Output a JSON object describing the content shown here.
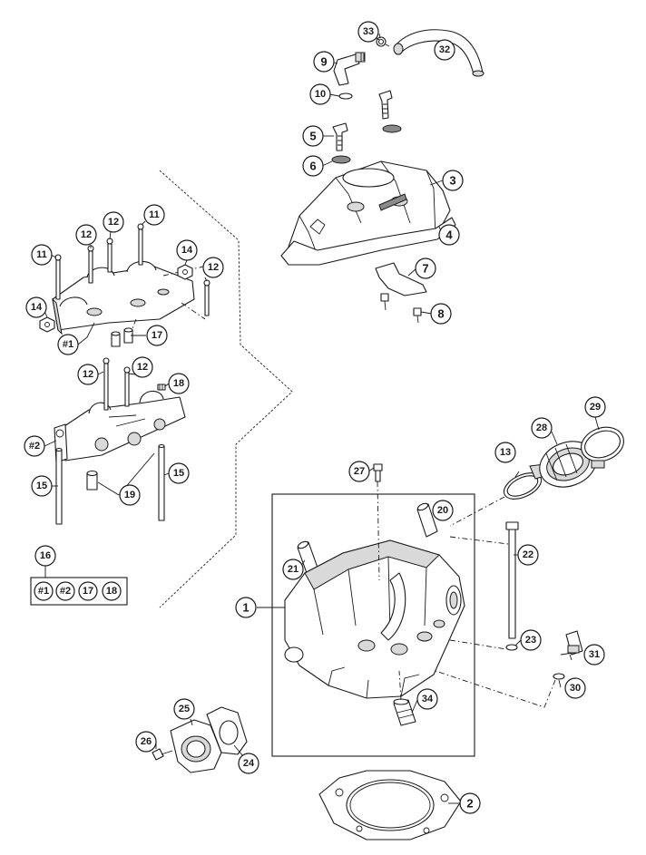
{
  "diagram": {
    "callouts": {
      "c1": "1",
      "c2": "2",
      "c3": "3",
      "c4": "4",
      "c5": "5",
      "c6": "6",
      "c7": "7",
      "c8": "8",
      "c9": "9",
      "c10": "10",
      "c11a": "11",
      "c11b": "11",
      "c12a": "12",
      "c12b": "12",
      "c12c": "12",
      "c12d": "12",
      "c12e": "12",
      "c13": "13",
      "c14a": "14",
      "c14b": "14",
      "c15a": "15",
      "c15b": "15",
      "c16": "16",
      "c17": "17",
      "c18": "18",
      "c19": "19",
      "c20": "20",
      "c21": "21",
      "c22": "22",
      "c23": "23",
      "c24": "24",
      "c25": "25",
      "c26": "26",
      "c27": "27",
      "c28": "28",
      "c29": "29",
      "c30": "30",
      "c31": "31",
      "c32": "32",
      "c33": "33",
      "c34": "34",
      "h1": "#1",
      "h2": "#2"
    },
    "kit": {
      "label": "16",
      "items": [
        "#1",
        "#2",
        "17",
        "18"
      ]
    }
  }
}
